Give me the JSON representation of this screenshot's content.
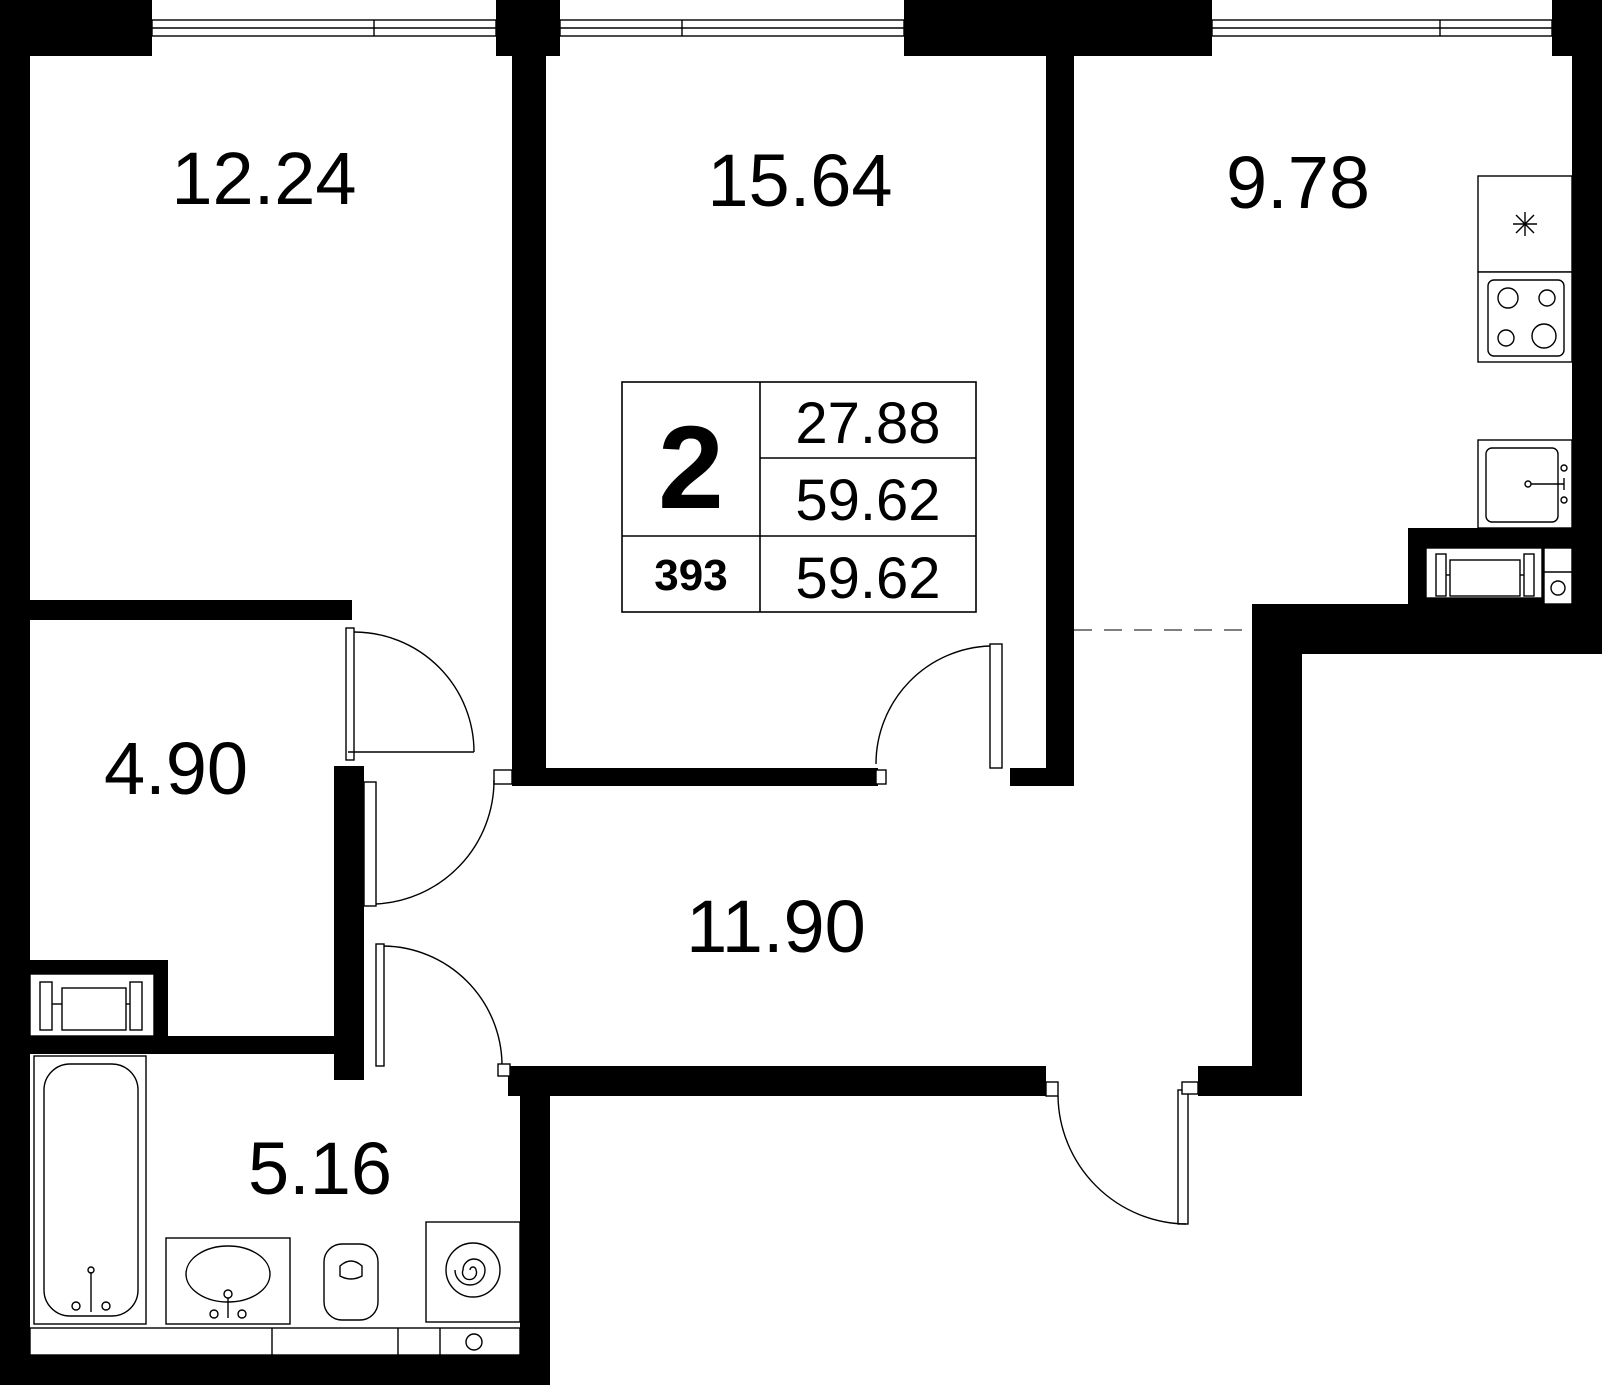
{
  "rooms": [
    {
      "id": "bedroom-left",
      "area": "12.24"
    },
    {
      "id": "bedroom-center",
      "area": "15.64"
    },
    {
      "id": "kitchen",
      "area": "9.78"
    },
    {
      "id": "storage",
      "area": "4.90"
    },
    {
      "id": "hallway",
      "area": "11.90"
    },
    {
      "id": "bathroom",
      "area": "5.16"
    }
  ],
  "summary": {
    "rooms_count": "2",
    "living_area": "27.88",
    "total_area": "59.62",
    "unit_number": "393",
    "total_area_2": "59.62"
  }
}
